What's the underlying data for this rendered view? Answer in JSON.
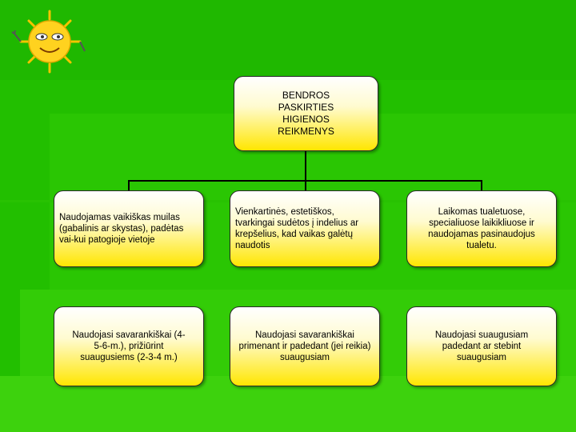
{
  "colors": {
    "background": "#1fb800",
    "box_fill_top": "#ffffff",
    "box_fill_bottom": "#ffe600",
    "connector": "#000000"
  },
  "decoration": {
    "icon": "cartoon-sun-icon"
  },
  "diagram": {
    "root": "BENDROS PASKIRTIES HIGIENOS REIKMENYS",
    "columns": [
      {
        "item": "Naudojamas vaikiškas muilas (gabalinis ar skystas), padėtas vai-kui patogioje vietoje",
        "detail": "Naudojasi savarankiškai (4-5-6-m.), prižiūrint suaugusiems (2-3-4 m.)"
      },
      {
        "item": "Vienkartinės, estetiškos, tvarkingai sudėtos į indelius ar krepšelius, kad vaikas galėtų naudotis",
        "detail": "Naudojasi savarankiškai primenant ir padedant (jei reikia) suaugusiam"
      },
      {
        "item": "Laikomas tualetuose, specialiuose laikikliuose ir naudojamas pasinaudojus tualetu.",
        "detail": "Naudojasi suaugusiam padedant ar stebint suaugusiam"
      }
    ]
  }
}
